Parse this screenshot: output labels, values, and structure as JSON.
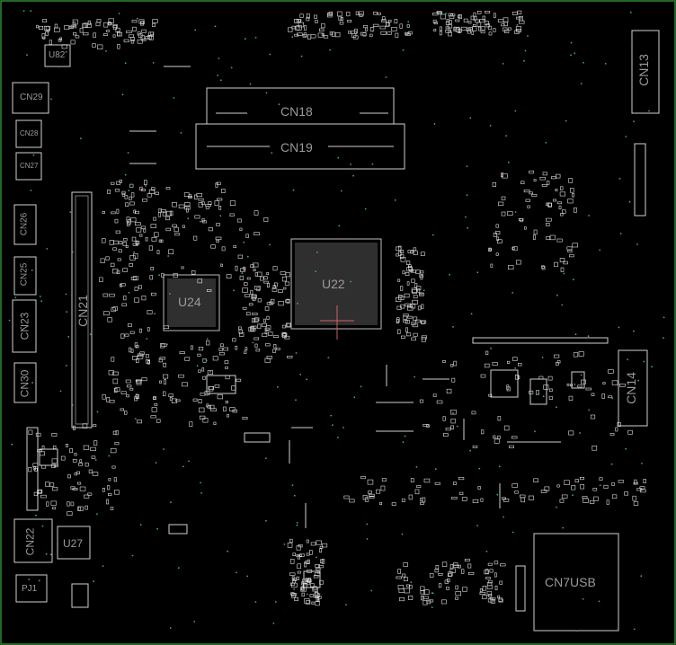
{
  "board": {
    "background": "#000000",
    "outline_color": "#2e8b2e",
    "silkscreen_color": "#d0d0d0",
    "label_color": "#9a9a9a",
    "pad_color": "#e0e0e0",
    "via_color": "#3fa88c"
  },
  "labels": {
    "cn18": "CN18",
    "cn19": "CN19",
    "cn13": "CN13",
    "cn14": "CN14",
    "cn21": "CN21",
    "cn22": "CN22",
    "cn23": "CN23",
    "cn25": "CN25",
    "cn26": "CN26",
    "cn27": "CN27",
    "cn28": "CN28",
    "cn29": "CN29",
    "cn30": "CN30",
    "cn7usb": "CN7USB",
    "u22": "U22",
    "u24": "U24",
    "u27": "U27",
    "u82": "U82",
    "pj1": "PJ1"
  }
}
